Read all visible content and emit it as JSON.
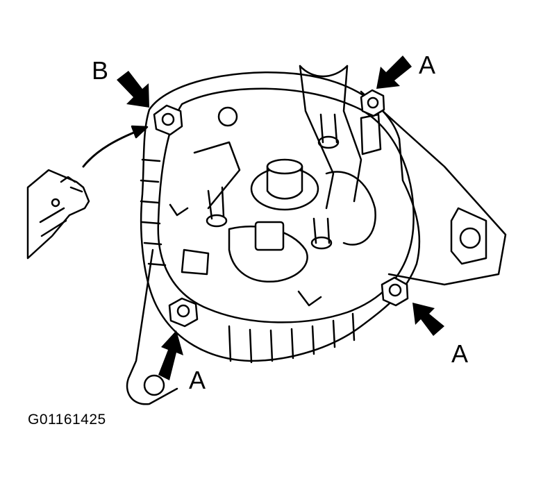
{
  "labels": {
    "b": "B",
    "a_top_right": "A",
    "a_bottom_right": "A",
    "a_bottom_left": "A"
  },
  "figure_id": "G01161425",
  "colors": {
    "ink": "#000000",
    "paper": "#ffffff"
  }
}
